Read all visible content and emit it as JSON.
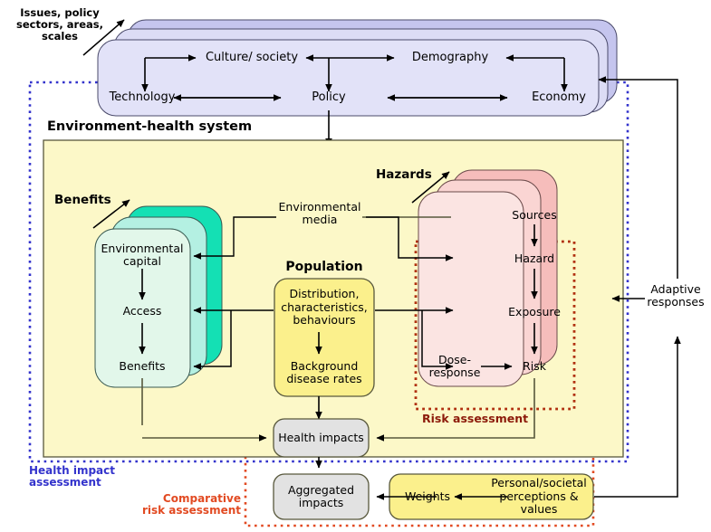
{
  "diagram": {
    "title": "Environment-health system framework",
    "annotations": {
      "issues_label": "Issues,  policy sectors, areas, scales",
      "env_health_system": "Environment-health system",
      "benefits_label": "Benefits",
      "hazards_label": "Hazards",
      "population_label": "Population",
      "environmental_media": "Environmental media",
      "adaptive_responses": "Adaptive responses",
      "risk_assessment": "Risk assessment",
      "health_impact_assessment": "Health impact assessment",
      "comparative_risk_assessment": "Comparative risk assessment"
    },
    "drivers": {
      "culture_society": "Culture/ society",
      "demography": "Demography",
      "technology": "Technology",
      "policy": "Policy",
      "economy": "Economy"
    },
    "benefits_chain": {
      "environmental_capital": "Environmental capital",
      "access": "Access",
      "benefits": "Benefits"
    },
    "population_box": {
      "distribution": "Distribution, characteristics, behaviours",
      "background_rates": "Background disease rates"
    },
    "hazard_chain": {
      "sources": "Sources",
      "hazard": "Hazard",
      "exposure": "Exposure",
      "dose_response": "Dose-response",
      "risk": "Risk"
    },
    "outcomes": {
      "health_impacts": "Health impacts",
      "aggregated_impacts": "Aggregated impacts",
      "weights": "Weights",
      "perceptions": "Personal/societal perceptions & values"
    },
    "colors": {
      "driver_fill": "#dcdcf5",
      "driver_fill_back": "#c5c5ee",
      "system_fill": "#fcf8c8",
      "benefit_fill": "#e2f7ea",
      "benefit_mid": "#b4f0e2",
      "benefit_back": "#14e0b4",
      "population_fill": "#fbf08c",
      "hazard_fill": "#fbe4e2",
      "hazard_mid": "#fad5d3",
      "hazard_back": "#f6bdbb",
      "outcome_fill": "#e2e2e2",
      "weights_fill": "#fbf08c",
      "hia_border": "#3333cc",
      "cra_border": "#e24a22",
      "ra_border": "#b03010",
      "line": "#58583c",
      "ra_text": "#8c1a0a"
    }
  }
}
